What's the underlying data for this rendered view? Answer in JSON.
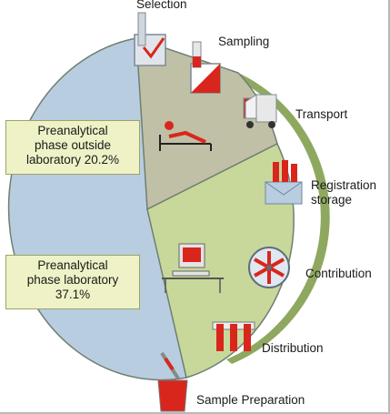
{
  "callouts": {
    "outside": {
      "line1": "Preanalytical",
      "line2": "phase outside",
      "line3": "laboratory 20.2%"
    },
    "inside": {
      "line1": "Preanalytical",
      "line2": "phase laboratory",
      "line3": "37.1%"
    }
  },
  "steps": {
    "selection": "Selection",
    "sampling": "Sampling",
    "transport": "Transport",
    "registration_line1": "Registration",
    "registration_line2": "storage",
    "contribution": "Contribution",
    "distribution": "Distribution",
    "sample_preparation": "Sample Preparation"
  },
  "colors": {
    "blue_segment": "#b9cde0",
    "grey_segment": "#c0c0a6",
    "green_segment": "#c7d89a",
    "rim": "#8fa860",
    "icon_red": "#d9261c",
    "icon_grey": "#b8b8b8"
  },
  "icons": [
    "test-tube-checkbox-icon",
    "sampling-tube-icon",
    "transport-truck-icon",
    "patient-bed-icon",
    "registration-envelope-icon",
    "computer-desk-icon",
    "centrifuge-icon",
    "tube-rack-icon",
    "pipette-beaker-icon"
  ]
}
